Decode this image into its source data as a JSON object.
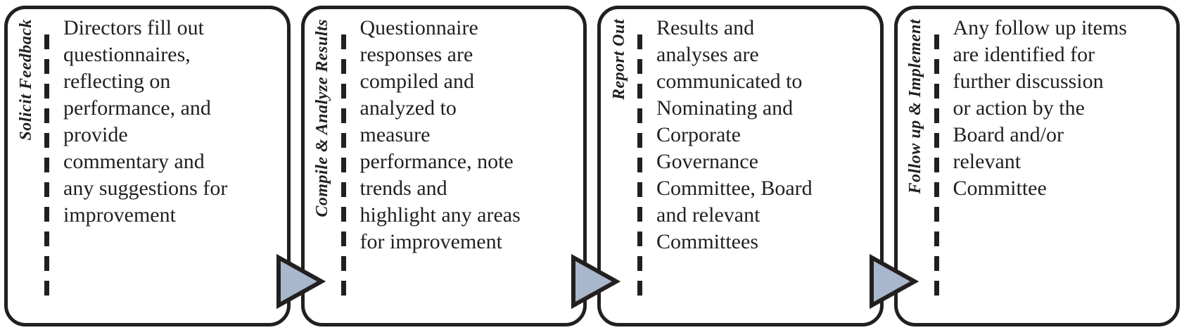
{
  "diagram": {
    "type": "process-flow",
    "direction": "left-to-right",
    "stage_count": 4,
    "arrow_count": 3
  },
  "colors": {
    "box_border": "#231f20",
    "text": "#231f20",
    "background": "#ffffff",
    "arrow_fill": "#a9b7cc",
    "arrow_border": "#231f20"
  },
  "stages": [
    {
      "label": "Solicit Feedback",
      "text": "Directors fill out\nquestionnaires,\nreflecting on\nperformance, and\nprovide\ncommentary and\nany suggestions for\nimprovement"
    },
    {
      "label": "Compile & Analyze Results",
      "text": "Questionnaire\nresponses are\ncompiled and\nanalyzed to\nmeasure\nperformance, note\ntrends and\nhighlight any areas\nfor improvement"
    },
    {
      "label": "Report Out",
      "text": "Results and\nanalyses are\ncommunicated to\nNominating and\nCorporate\nGovernance\nCommittee, Board\nand relevant\nCommittees"
    },
    {
      "label": "Follow up & Implement",
      "text": "Any follow up items\nare identified for\nfurther discussion\nor action by the\nBoard and/or\nrelevant\nCommittee"
    }
  ]
}
